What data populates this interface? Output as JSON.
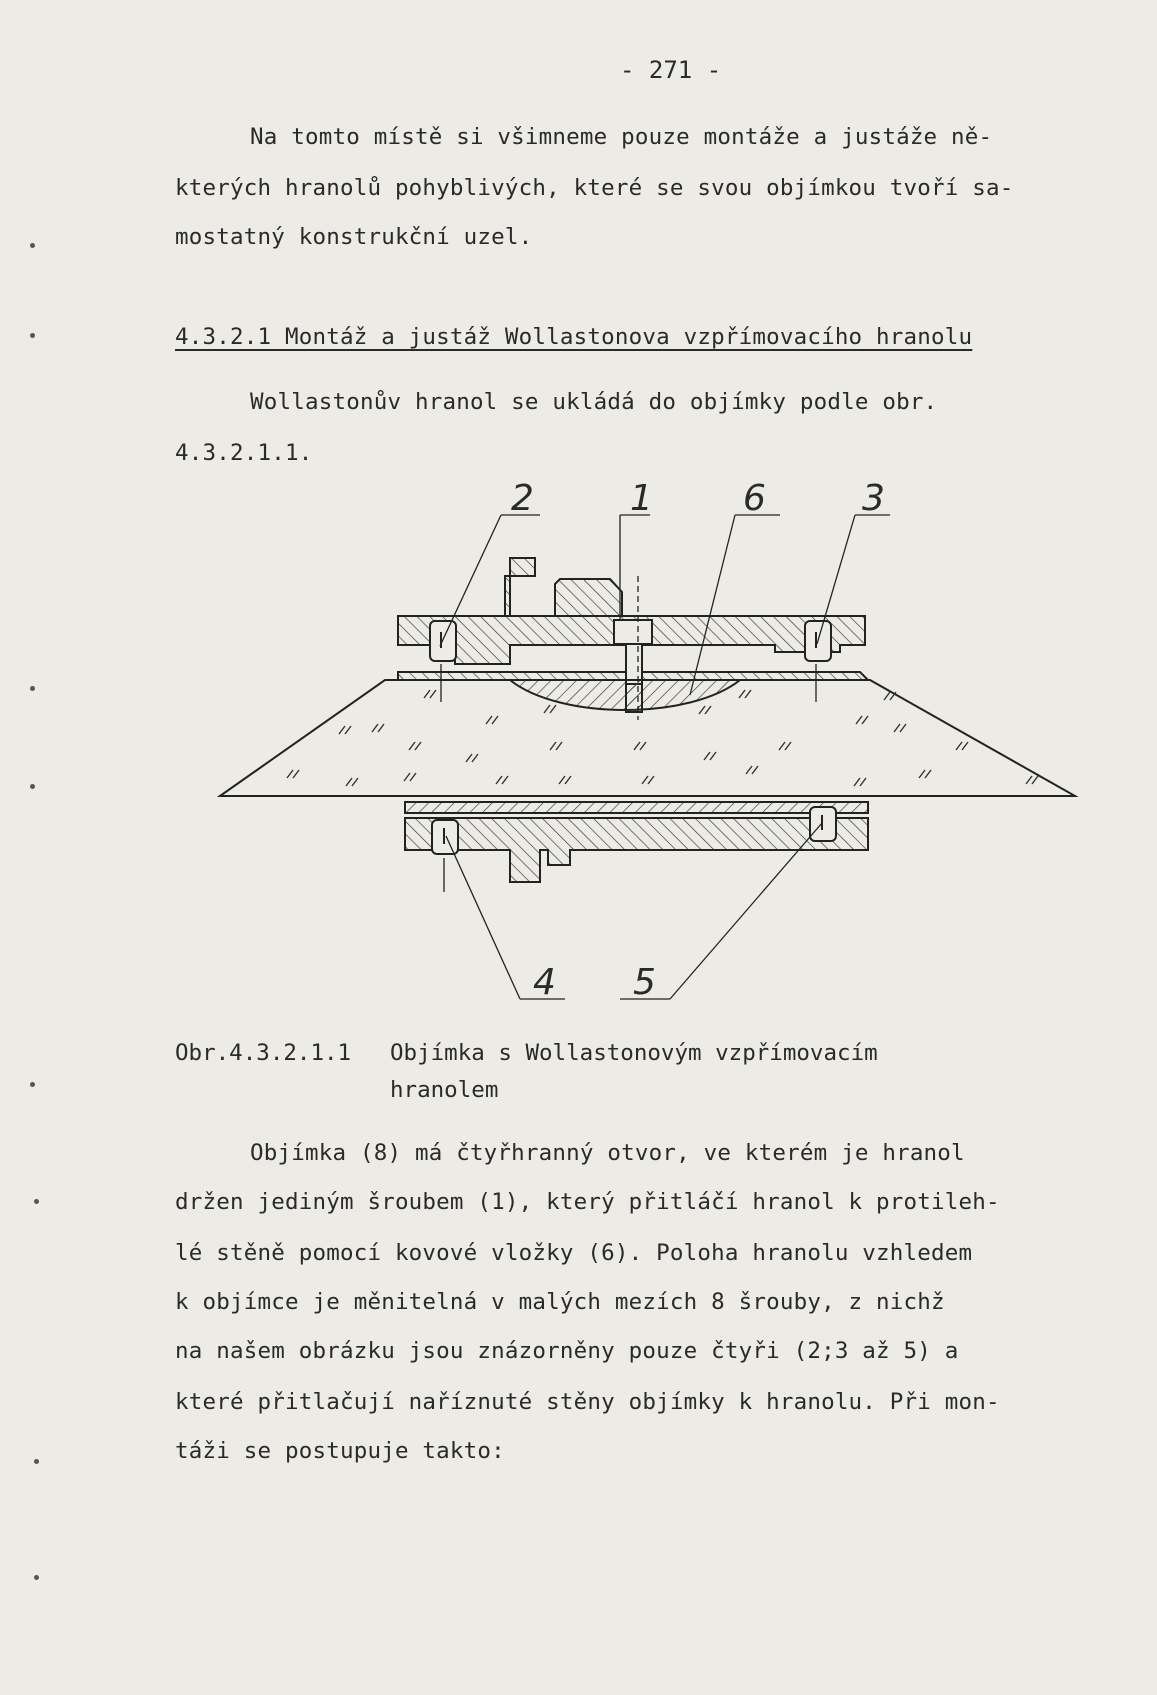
{
  "page_number": "- 271 -",
  "intro": [
    "Na tomto místě si všimneme pouze montáže a justáže ně-",
    "kterých hranolů pohyblivých, které se svou objímkou tvoří sa-",
    "mostatný konstrukční uzel."
  ],
  "section_heading": "4.3.2.1 Montáž a justáž Wollastonova vzpřímovacího hranolu",
  "section_intro": [
    "Wollastonův hranol se ukládá do objímky podle obr.",
    "4.3.2.1.1."
  ],
  "figure": {
    "callouts": [
      "2",
      "1",
      "6",
      "3",
      "4",
      "5"
    ],
    "caption_number": "Obr.4.3.2.1.1",
    "caption_line1": "Objímka s Wollastonovým vzpřímovacím",
    "caption_line2": "hranolem"
  },
  "body": [
    "Objímka (8) má čtyřhranný otvor, ve kterém je hranol",
    "držen jediným šroubem (1), který přitláčí hranol k protileh-",
    "lé stěně pomocí kovové vložky (6). Poloha hranolu vzhledem",
    "k objímce je měnitelná v malých mezích 8 šrouby, z nichž",
    "na našem obrázku jsou znázorněny pouze čtyři (2;3 až 5) a",
    "které přitlačují naříznuté stěny objímky k hranolu. Při mon-",
    "táži se postupuje takto:"
  ]
}
